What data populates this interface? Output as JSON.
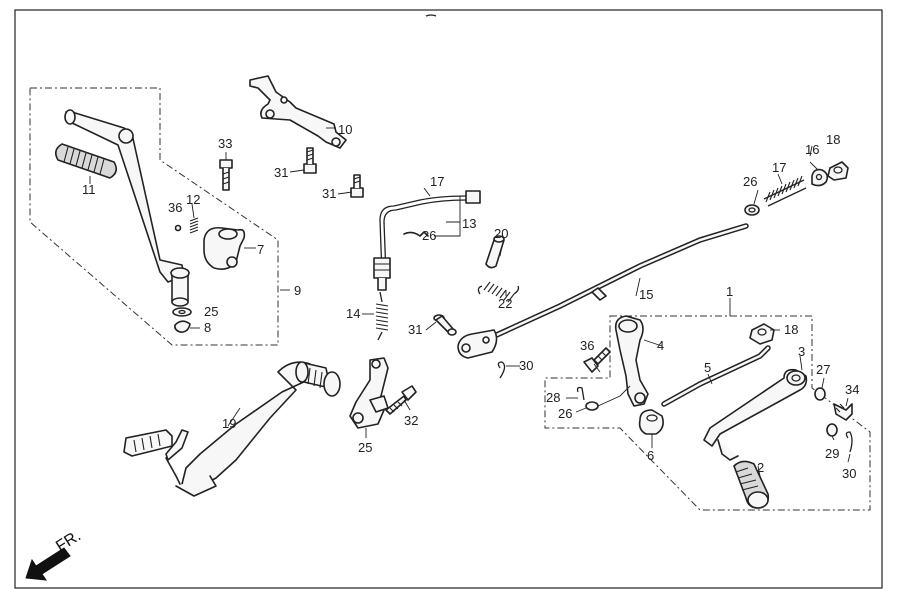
{
  "diagram": {
    "direction_label": "FR.",
    "callouts": {
      "c1": "1",
      "c2": "2",
      "c3": "3",
      "c4": "4",
      "c5": "5",
      "c6": "6",
      "c7": "7",
      "c8": "8",
      "c9": "9",
      "c10": "10",
      "c11": "11",
      "c12": "12",
      "c13": "13",
      "c14": "14",
      "c15": "15",
      "c16": "16",
      "c17a": "17",
      "c17b": "17",
      "c18a": "18",
      "c18b": "18",
      "c19": "19",
      "c20": "20",
      "c22": "22",
      "c25a": "25",
      "c25b": "25",
      "c26a": "26",
      "c26b": "26",
      "c26c": "26",
      "c27": "27",
      "c28": "28",
      "c29": "29",
      "c30a": "30",
      "c30b": "30",
      "c31a": "31",
      "c31b": "31",
      "c31c": "31",
      "c32": "32",
      "c33": "33",
      "c34": "34",
      "c36a": "36",
      "c36b": "36"
    }
  }
}
